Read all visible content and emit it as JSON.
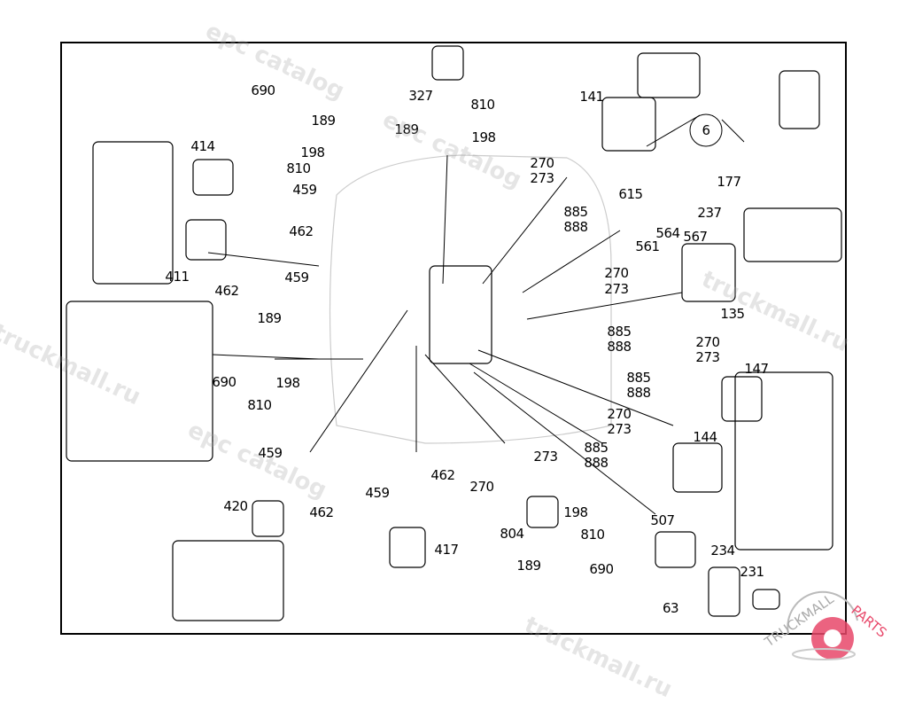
{
  "diagram": {
    "callouts": [
      "690",
      "189",
      "198",
      "810",
      "414",
      "459",
      "462",
      "411",
      "462",
      "459",
      "327",
      "810",
      "189",
      "198",
      "141",
      "270",
      "273",
      "885",
      "888",
      "615",
      "561",
      "564",
      "567",
      "237",
      "177",
      "6",
      "270",
      "273",
      "135",
      "885",
      "888",
      "270",
      "273",
      "147",
      "885",
      "888",
      "270",
      "273",
      "144",
      "885",
      "888",
      "189",
      "690",
      "198",
      "810",
      "459",
      "420",
      "462",
      "459",
      "462",
      "417",
      "273",
      "270",
      "804",
      "198",
      "810",
      "189",
      "690",
      "507",
      "234",
      "231",
      "63"
    ]
  },
  "watermarks": [
    "epc catalog",
    "truckmall.ru",
    "epc catalog",
    "truckmall.ru",
    "epc catalog",
    "truckmall.ru"
  ],
  "logo": {
    "text": "TRUCKMALLPARTS",
    "color": "#e8486a"
  }
}
